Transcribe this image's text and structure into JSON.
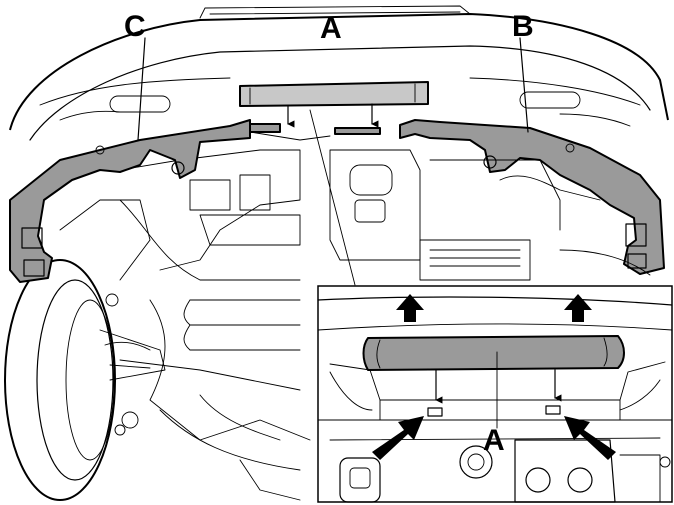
{
  "diagram": {
    "callouts": {
      "main_a": "A",
      "main_b": "B",
      "main_c": "C",
      "inset_a": "A"
    },
    "colors": {
      "line": "#000000",
      "part_fill": "#9a9a9a",
      "highlight_fill": "#c8c8c8",
      "background": "#ffffff"
    },
    "icons": {
      "push_arrow": "arrow-up-icon",
      "press_arrow": "arrow-diagonal-icon",
      "clip_arrow": "arrow-down-icon"
    }
  }
}
